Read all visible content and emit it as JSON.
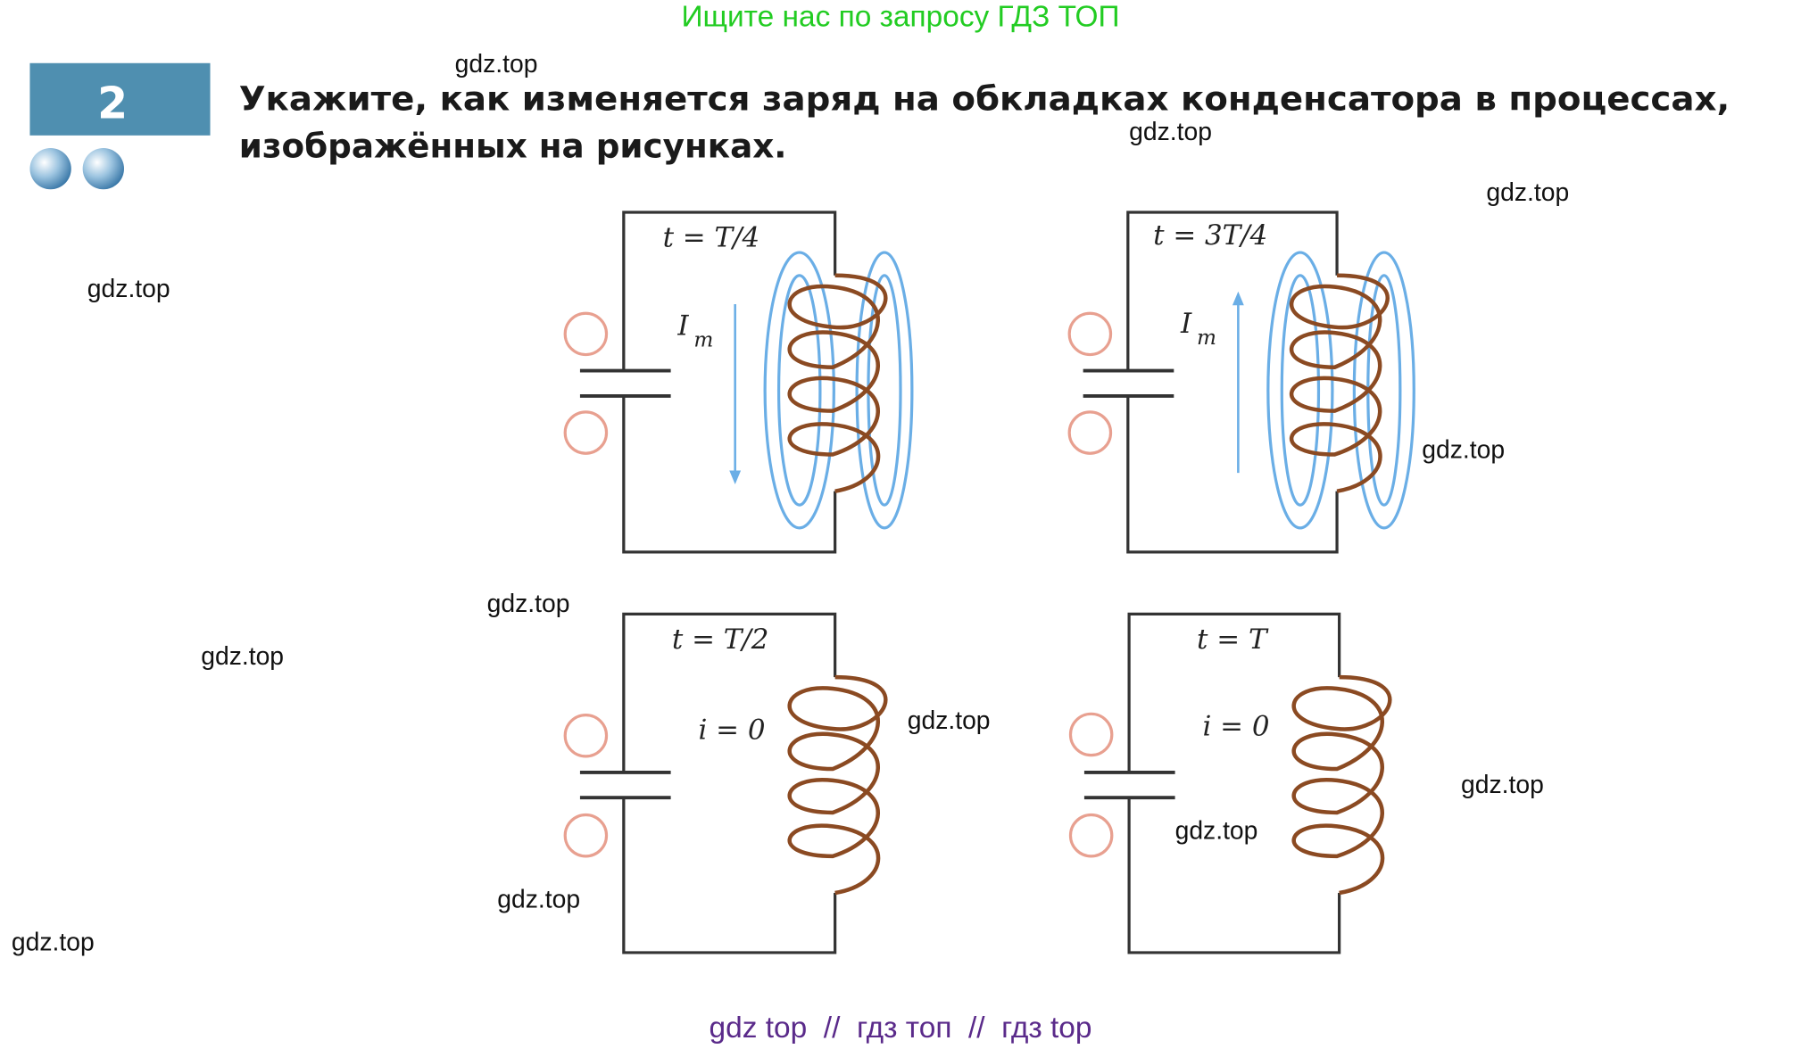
{
  "header": {
    "banner": "Ищите нас по запросу ГДЗ ТОП"
  },
  "task": {
    "number": "2",
    "text_line1": "Укажите, как изменяется заряд на обкладках конденсатора в процессах,",
    "text_line2": "изображённых на рисунках."
  },
  "figures": [
    {
      "time": "t = T/4",
      "current": "I",
      "current_sub": "m"
    },
    {
      "time": "t = 3T/4",
      "current": "I",
      "current_sub": "m"
    },
    {
      "time": "t = T/2",
      "current": "i = 0"
    },
    {
      "time": "t = T",
      "current": "i = 0"
    }
  ],
  "watermark": "gdz.top",
  "footer": {
    "text": "gdz top  //  гдз топ  //  гдз top"
  },
  "colors": {
    "banner": "#22cc22",
    "footer": "#5a2a8a",
    "number_box": "#4f8fb0"
  }
}
